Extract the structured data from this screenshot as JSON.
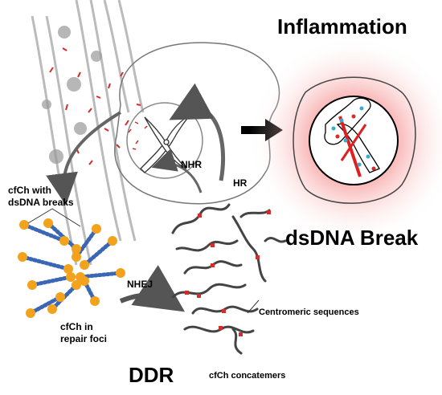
{
  "labels": {
    "inflammation": "Inflammation",
    "dsdna_break": "dsDNA Break",
    "cfch_breaks": "cfCh with\ndsDNA breaks",
    "cfch_repair": "cfCh in\nrepair foci",
    "nhr": "NHR",
    "hr": "HR",
    "nhej": "NHEJ",
    "centromeric": "Centromeric sequences",
    "concatemers": "cfCh concatemers",
    "ddr": "DDR"
  },
  "colors": {
    "orange_node": "#f2a21c",
    "blue_chain": "#3a67b5",
    "red_fragment": "#d42b2b",
    "inflammation_glow": "#f25a5a",
    "cyan_dot": "#37a9d3"
  }
}
